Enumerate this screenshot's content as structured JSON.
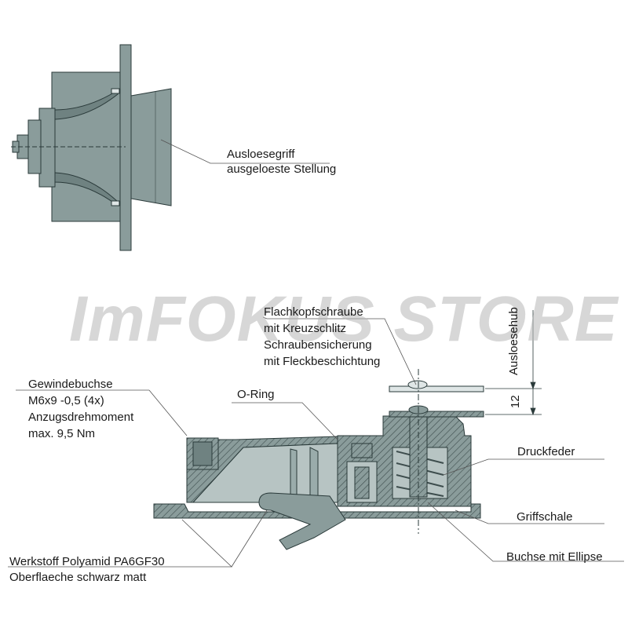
{
  "watermark": "ImFOKUS STORE",
  "labels": {
    "ausloesegriff_1": "Ausloesegriff",
    "ausloesegriff_2": "ausgeloeste Stellung",
    "flachkopf_1": "Flachkopfschraube",
    "flachkopf_2": "mit Kreuzschlitz",
    "flachkopf_3": "Schraubensicherung",
    "flachkopf_4": "mit Fleckbeschichtung",
    "gewinde_1": "Gewindebuchse",
    "gewinde_2": "M6x9 -0,5 (4x)",
    "gewinde_3": "Anzugsdrehmoment",
    "gewinde_4": "max. 9,5 Nm",
    "oring": "O-Ring",
    "druckfeder": "Druckfeder",
    "griffschale": "Griffschale",
    "buchse": "Buchse mit Ellipse",
    "werkstoff_1": "Werkstoff Polyamid PA6GF30",
    "werkstoff_2": "Oberflaeche schwarz matt",
    "ausloesehub": "Ausloesehub",
    "hub_value": "12"
  },
  "colors": {
    "part_fill": "#8a9c9b",
    "part_light": "#a9b8b7",
    "hatch": "#4a5a5a",
    "line": "#2a3a3a",
    "leader": "#555555",
    "watermark": "#b8b8b8"
  }
}
